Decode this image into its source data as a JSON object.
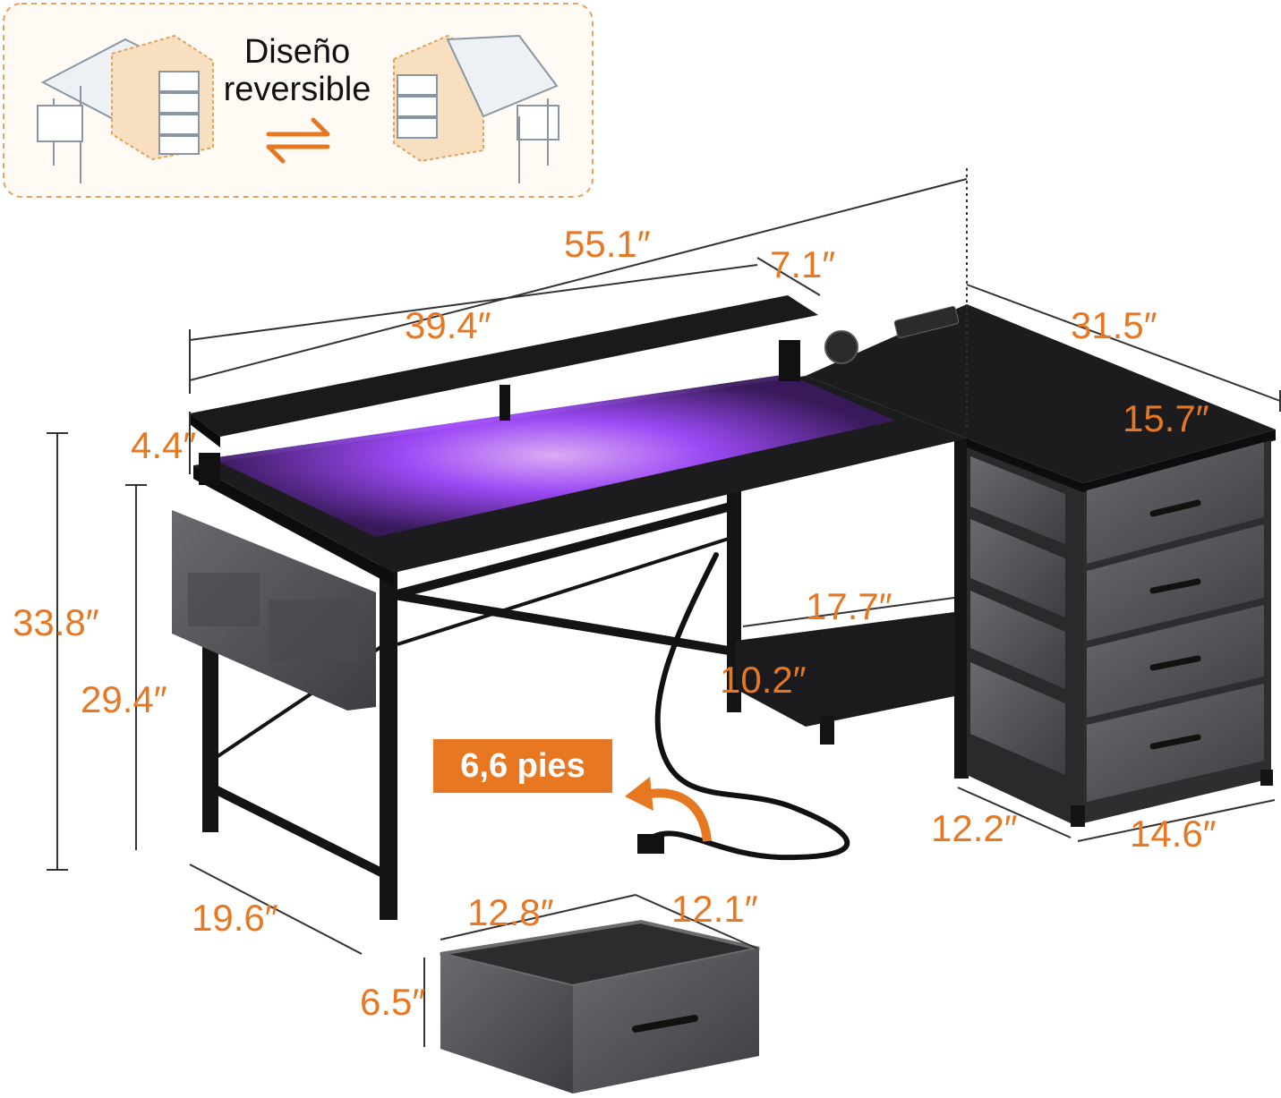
{
  "reversible": {
    "line1": "Diseño",
    "line2": "reversible",
    "swap_icon": "swap-arrows-icon"
  },
  "cord_badge": "6,6 pies",
  "dimensions": {
    "total_width": "55.1″",
    "shelf_offset": "7.1″",
    "monitor_shelf_width": "39.4″",
    "return_length": "31.5″",
    "return_depth": "15.7″",
    "shelf_height": "4.4″",
    "total_height": "33.8″",
    "desk_height": "29.4″",
    "desk_depth": "19.6″",
    "lower_shelf_width": "17.7″",
    "lower_shelf_depth": "10.2″",
    "cabinet_depth": "12.2″",
    "cabinet_width": "14.6″",
    "drawer_width": "12.8″",
    "drawer_depth": "12.1″",
    "drawer_height": "6.5″"
  },
  "colors": {
    "accent": "#e87722",
    "led": "#9b3cff",
    "desk": "#1c1c1e",
    "fabric": "#56565a"
  }
}
